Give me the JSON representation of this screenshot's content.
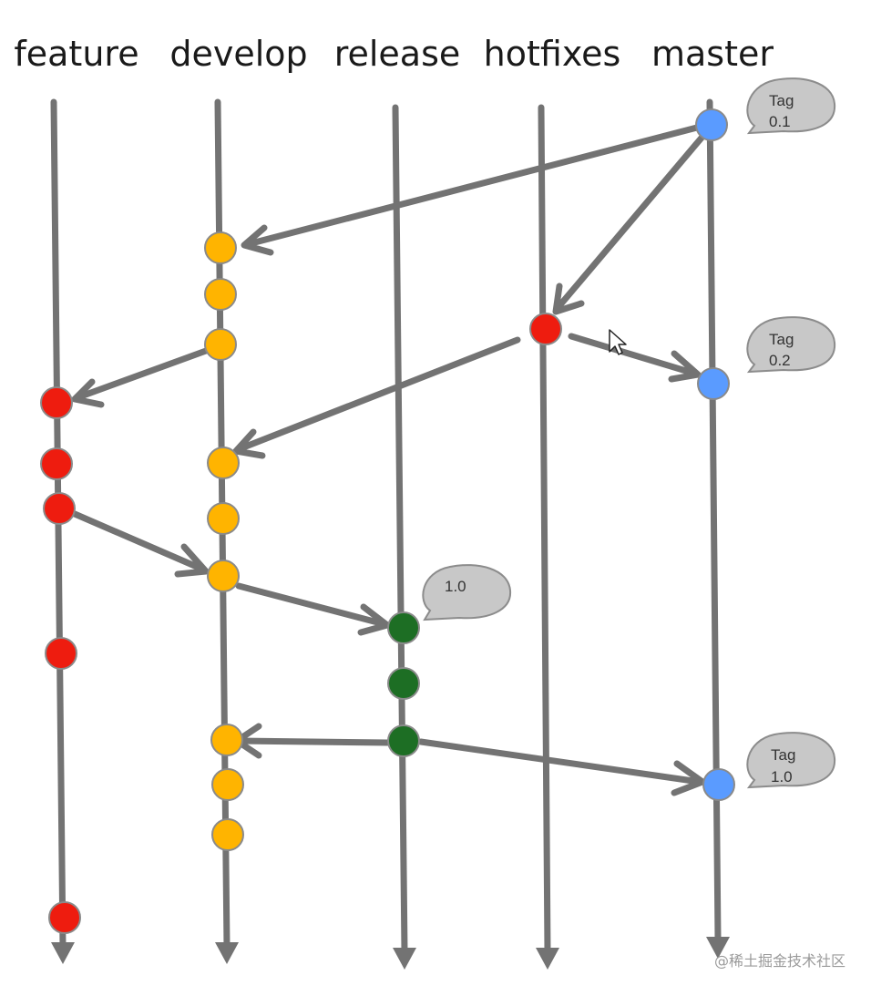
{
  "branches": [
    "feature",
    "develop",
    "release",
    "hotfixes",
    "master"
  ],
  "colors": {
    "line": "#737373",
    "feature": "#ee1c0f",
    "develop": "#ffb400",
    "release": "#1d6e24",
    "hotfix": "#ee1c0f",
    "master": "#5a9bff",
    "tag_fill": "#c8c8c8"
  },
  "tags": [
    {
      "line1": "Tag",
      "line2": "0.1"
    },
    {
      "line1": "Tag",
      "line2": "0.2"
    },
    {
      "line1": "",
      "line2": "1.0"
    },
    {
      "line1": "Tag",
      "line2": "1.0"
    }
  ],
  "watermark": "@稀土掘金技术社区",
  "icons": [
    "arrow-head-icon",
    "cursor-icon",
    "speech-bubble-icon"
  ]
}
